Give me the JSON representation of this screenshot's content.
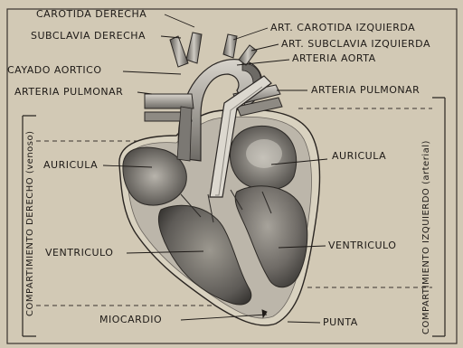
{
  "labels": {
    "carotida_derecha": "CAROTIDA DERECHA",
    "subclavia_derecha": "SUBCLAVIA DERECHA",
    "art_carotida_izquierda": "ART. CAROTIDA IZQUIERDA",
    "art_subclavia_izquierda": "ART. SUBCLAVIA IZQUIERDA",
    "arteria_aorta": "ARTERIA AORTA",
    "cayado_aortico": "CAYADO AORTICO",
    "arteria_pulmonar_left": "ARTERIA PULMONAR",
    "arteria_pulmonar_right": "ARTERIA PULMONAR",
    "auricula_left": "AURICULA",
    "auricula_right": "AURICULA",
    "ventriculo_left": "VENTRICULO",
    "ventriculo_right": "VENTRICULO",
    "miocardio": "MIOCARDIO",
    "punta": "PUNTA",
    "compartimiento_derecho": "COMPARTIMIENTO DERECHO (venoso)",
    "compartimiento_izquierdo": "COMPARTIMIENTO IZQUIERDO (arterial)"
  },
  "colors": {
    "paper": "#d2c9b5",
    "ink": "#1e1a17",
    "heart_shade": "#8d8a84",
    "heart_dark": "#4e4b47",
    "heart_light": "#c6c2ba"
  }
}
